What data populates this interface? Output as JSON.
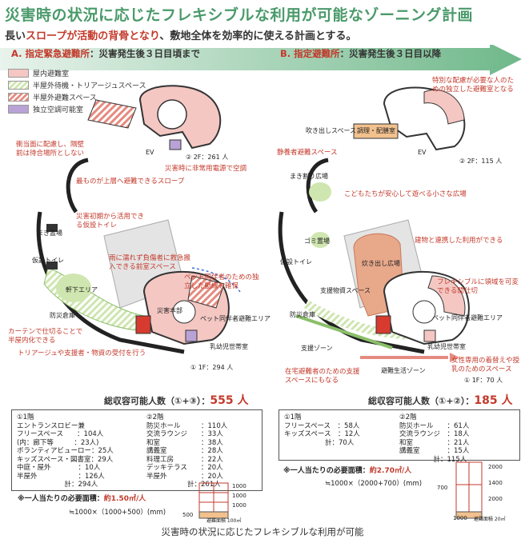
{
  "header": {
    "title": "災害時の状況に応じたフレキシブルな利用が可能なゾーニング計画",
    "subtitle_pre": "長い",
    "subtitle_em": "スロープが活動の背骨となり",
    "subtitle_post": "、敷地全体を効率的に使える計画とする。"
  },
  "section_a": {
    "label_red": "A. 指定緊急避難所",
    "label_rest": "：災害発生後３日目頃まで"
  },
  "section_b": {
    "label_red": "B. 指定避難所",
    "label_rest": "：災害発生後３日目以降"
  },
  "legend": [
    {
      "label": "屋内避難室",
      "color": "#f4c7c3"
    },
    {
      "label": "半屋外待機・トリアージュスペース",
      "color": "#cfe6b0"
    },
    {
      "label": "半屋外避難スペース",
      "color": "#f6b7b0"
    },
    {
      "label": "独立空調可能室",
      "color": "#b9a3d6"
    }
  ],
  "plan_a": {
    "floor2": "② 2F：261 人",
    "floor1": "① 1F：294 人",
    "annotations": [
      "衝当面に配慮し、隔壁前は待合場所としない",
      "災害時に非常用電源で空調",
      "最ものが上層へ避難できるスロープ",
      "災害初期から活用できる仮設トイレ",
      "雨に濡れず負傷者に救急搬入できる前室スペース",
      "ペット同伴者のための独立した動線を確保",
      "カーテンで仕切ることで半屋内化できる",
      "トリアージュや支援者・物資の受付を行う"
    ],
    "labels": [
      "まき置場",
      "仮設トイレ",
      "軒下エリア",
      "防災倉庫",
      "災害本部",
      "ペット同伴者避難エリア",
      "乳幼児世帯室",
      "EV"
    ]
  },
  "plan_b": {
    "floor2": "② 2F：115 人",
    "floor1": "① 1F：70 人",
    "annotations": [
      "特別な配慮が必要な人のための独立した避難室となる",
      "静養者避難スペース",
      "こどもたちが安心して遊べる小さな広場",
      "建物と連携した利用ができる",
      "フレキシブルに領域を可変できる間仕切",
      "女性専用の着替えや授乳のためのスペース",
      "在宅避難者のための支援スペースにもなる"
    ],
    "labels": [
      "吹き出しスペース",
      "調理・配膳室",
      "まき割り広場",
      "ゴミ置場",
      "炊き出し広場",
      "支援物資スペース",
      "仮設トイレ",
      "防災倉庫",
      "乳幼児世帯室",
      "ペット同伴者避難エリア",
      "避難生活ゾーン",
      "支援ゾーン",
      "EV"
    ]
  },
  "totals": {
    "a_label": "総収容可能人数（①+③）：",
    "a_value": "555 人",
    "b_label": "総収容可能人数（①+②）：",
    "b_value": "185 人"
  },
  "table_a": {
    "col1": "①1階\nエントランスロビー兼\nフリースペース　　：104人\n(内：廊下等　　　：23人)\nボランティアビューロー：25人\nキッズスペース・図書室：29人\n中庭・屋外　　　　：10人\n半屋外　　　　　　：126人\n　　　　　　　計：294人",
    "col2": "②2階\n防災ホール　　　：110人\n交流ラウンジ　　：33人\n和室　　　　　　：38人\n講義室　　　　　：28人\n料理工房　　　　：22人\nデッキテラス　　：20人\n半屋外　　　　　：20人\n　　　　　　計：261人",
    "note_pre": "※一人当たりの必要面積：",
    "note_val": "約1.50㎡/人",
    "formula": "≒1000×（1000+500）(mm)",
    "dims": [
      "1000",
      "1000",
      "1000",
      "500"
    ],
    "dims_caption": "避難面積 100㎡"
  },
  "table_b": {
    "col1": "①1階\nフリースペース　：58人\nキッズスペース　：12人\n　　　　　　計：70人",
    "col2": "②2階\n防災ホール　　：61人\n交流ラウンジ　：18人\n和室　　　　　：21人\n講義室　　　　：15人\n　　　　　計：115人",
    "note_pre": "※一人当たりの必要面積：",
    "note_val": "約2.70㎡/人",
    "formula": "≒1000×（2000+700）(mm)",
    "dims": [
      "2000",
      "1400",
      "2000",
      "700",
      "1000"
    ],
    "dims_caption": "避難面積 20㎡"
  },
  "caption": "災害時の状況に応じたフレキシブルな利用が可能"
}
